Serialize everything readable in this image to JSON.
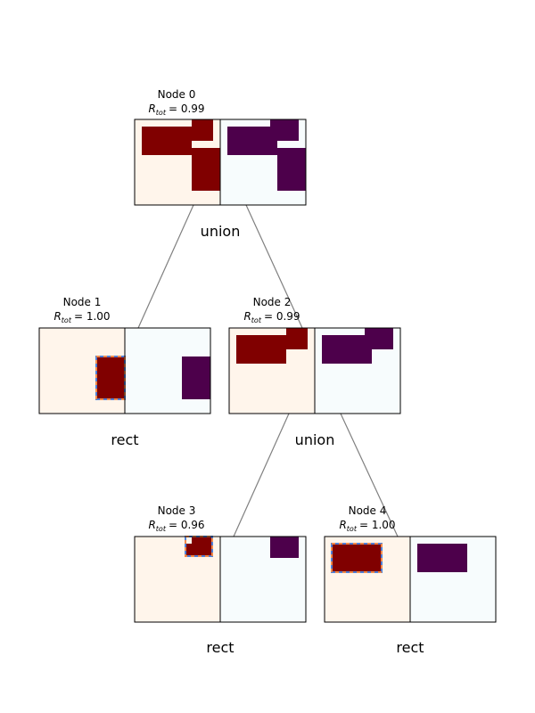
{
  "colors": {
    "left_bg": "#fff5eb",
    "right_bg": "#f7fcfd",
    "left_shape": "#800000",
    "right_shape": "#4d004b",
    "edge": "#808080",
    "highlight_dash_blue": "#4f7fd6",
    "highlight_dash_orange": "#f08a4b"
  },
  "nodes": [
    {
      "id": 0,
      "name": "Node 0",
      "r_label": "R",
      "r_sub": "tot",
      "r_value": "= 0.99",
      "op": "union"
    },
    {
      "id": 1,
      "name": "Node 1",
      "r_label": "R",
      "r_sub": "tot",
      "r_value": "= 1.00",
      "op": "rect"
    },
    {
      "id": 2,
      "name": "Node 2",
      "r_label": "R",
      "r_sub": "tot",
      "r_value": "= 0.99",
      "op": "union"
    },
    {
      "id": 3,
      "name": "Node 3",
      "r_label": "R",
      "r_sub": "tot",
      "r_value": "= 0.96",
      "op": "rect"
    },
    {
      "id": 4,
      "name": "Node 4",
      "r_label": "R",
      "r_sub": "tot",
      "r_value": "= 1.00",
      "op": "rect"
    }
  ],
  "edges": [
    {
      "from": 0,
      "to": 1
    },
    {
      "from": 0,
      "to": 2
    },
    {
      "from": 2,
      "to": 3
    },
    {
      "from": 2,
      "to": 4
    }
  ]
}
